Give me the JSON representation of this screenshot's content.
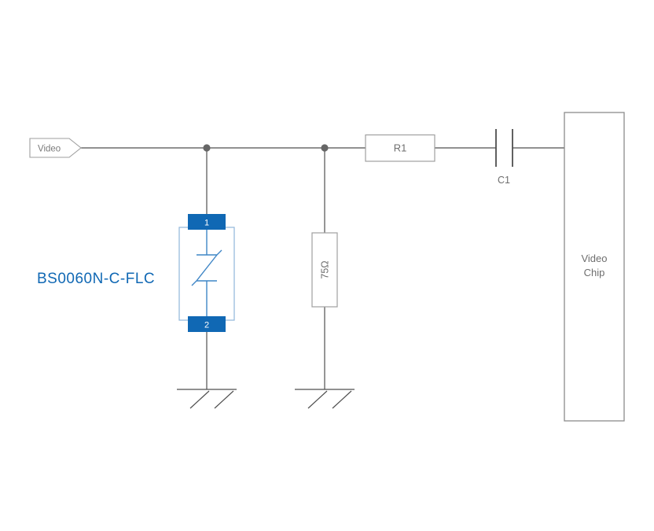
{
  "diagram": {
    "input": {
      "label": "Video"
    },
    "tvs": {
      "part_number": "BS0060N-C-FLC",
      "pin_top": "1",
      "pin_bottom": "2"
    },
    "shunt_resistor": {
      "label": "75Ω"
    },
    "series_resistor": {
      "label": "R1"
    },
    "capacitor": {
      "label": "C1"
    },
    "chip": {
      "label_line1": "Video",
      "label_line2": "Chip"
    }
  },
  "colors": {
    "background": "#ffffff",
    "wire": "#4f4f4f",
    "junction_dot": "#666666",
    "component_outline": "#9f9f9f",
    "label_gray": "#6e6e6e",
    "accent_blue": "#1068b4",
    "tvs_outline_blue": "#8fb6da",
    "diode_symbol_blue": "#3f86c6"
  }
}
